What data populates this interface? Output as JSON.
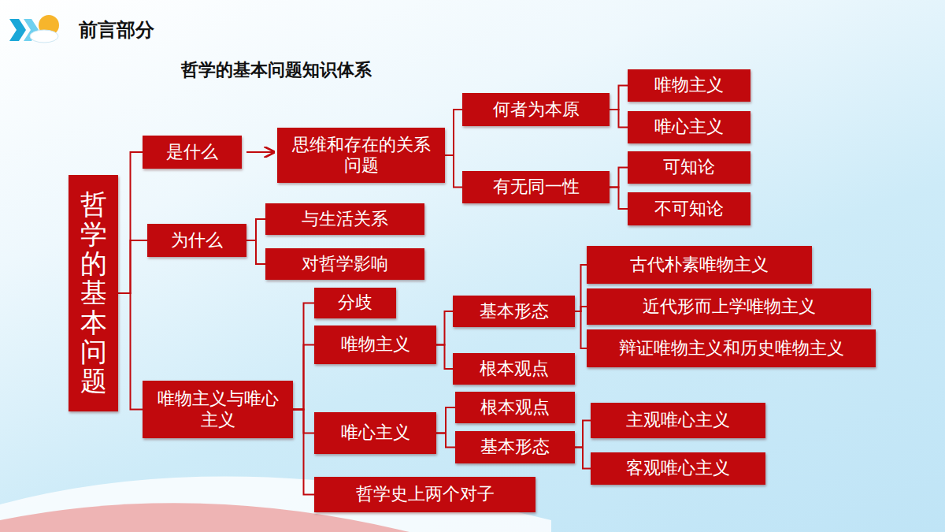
{
  "diagram": {
    "title": "哲学的基本问题知识体系",
    "nodes": [
      {
        "text": [
          "哲学的基本问题"
        ]
      },
      {
        "text": [
          "是什么"
        ]
      },
      {
        "text": [
          "思维和存在的关系问题"
        ]
      },
      {
        "text": [
          "何者为本原"
        ]
      },
      {
        "text": [
          "唯物主义"
        ]
      },
      {
        "text": [
          "唯心主义"
        ]
      },
      {
        "text": [
          "有无同一性"
        ]
      },
      {
        "text": [
          "可知论"
        ]
      },
      {
        "text": [
          "不可知论"
        ]
      },
      {
        "text": [
          "为什么"
        ]
      },
      {
        "text": [
          "与生活关系"
        ]
      },
      {
        "text": [
          "对哲学影响"
        ]
      },
      {
        "text": [
          "唯物主义与唯心主义"
        ]
      },
      {
        "text": [
          "分歧"
        ]
      },
      {
        "text": [
          "唯物主义"
        ]
      },
      {
        "text": [
          "基本形态"
        ]
      },
      {
        "text": [
          "根本观点"
        ]
      },
      {
        "text": [
          "古代朴素唯物主义"
        ]
      },
      {
        "text": [
          "近代形而上学唯物主义"
        ]
      },
      {
        "text": [
          "辩证唯物主义和历史唯物主义"
        ]
      },
      {
        "text": [
          "唯心主义"
        ]
      },
      {
        "text": [
          "根本观点"
        ]
      },
      {
        "text": [
          "基本形态"
        ]
      },
      {
        "text": [
          "主观唯心主义"
        ]
      },
      {
        "text": [
          "客观唯心主义"
        ]
      },
      {
        "text": [
          "哲学史上两个对子"
        ]
      }
    ],
    "edges": [
      {
        "from": 0,
        "to": 1,
        "arrow": "none"
      },
      {
        "from": 0,
        "to": 9,
        "arrow": "none"
      },
      {
        "from": 0,
        "to": 12,
        "arrow": "none"
      },
      {
        "from": 1,
        "to": 2,
        "arrow": "to"
      },
      {
        "from": 2,
        "to": 3,
        "arrow": "none"
      },
      {
        "from": 2,
        "to": 6,
        "arrow": "none"
      },
      {
        "from": 3,
        "to": 4,
        "arrow": "none"
      },
      {
        "from": 3,
        "to": 5,
        "arrow": "none"
      },
      {
        "from": 6,
        "to": 7,
        "arrow": "none"
      },
      {
        "from": 6,
        "to": 8,
        "arrow": "none"
      },
      {
        "from": 9,
        "to": 10,
        "arrow": "none"
      },
      {
        "from": 9,
        "to": 11,
        "arrow": "none"
      },
      {
        "from": 12,
        "to": 13,
        "arrow": "none"
      },
      {
        "from": 12,
        "to": 14,
        "arrow": "none"
      },
      {
        "from": 12,
        "to": 20,
        "arrow": "none"
      },
      {
        "from": 12,
        "to": 25,
        "arrow": "none"
      },
      {
        "from": 14,
        "to": 15,
        "arrow": "none"
      },
      {
        "from": 14,
        "to": 16,
        "arrow": "none"
      },
      {
        "from": 15,
        "to": 17,
        "arrow": "none"
      },
      {
        "from": 15,
        "to": 18,
        "arrow": "none"
      },
      {
        "from": 15,
        "to": 19,
        "arrow": "none"
      },
      {
        "from": 20,
        "to": 21,
        "arrow": "none"
      },
      {
        "from": 20,
        "to": 22,
        "arrow": "none"
      },
      {
        "from": 22,
        "to": 23,
        "arrow": "none"
      },
      {
        "from": 22,
        "to": 24,
        "arrow": "none"
      }
    ],
    "labels": [
      "前言部分"
    ]
  }
}
